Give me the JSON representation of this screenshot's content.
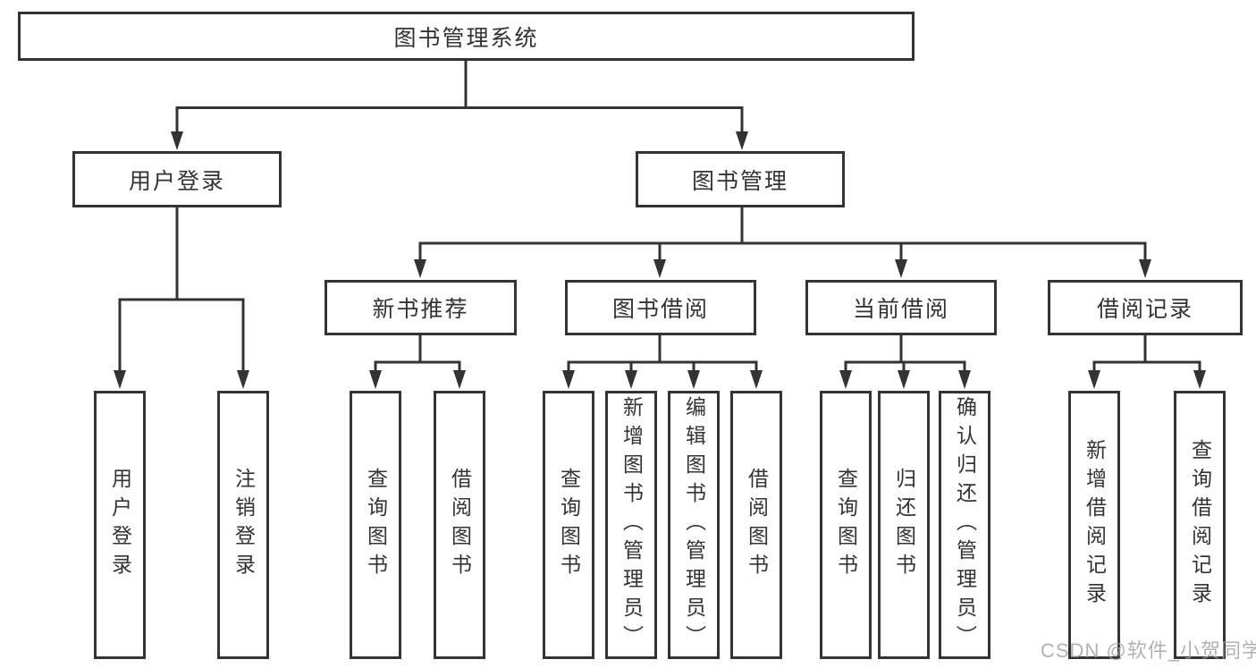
{
  "diagram": {
    "type": "hierarchy-tree",
    "line_color": "#333333",
    "box_background": "#ffffff",
    "watermark": "CSDN @软件_小贺同学",
    "nodes": {
      "root": {
        "label": "图书管理系统"
      },
      "user_login": {
        "label": "用户登录"
      },
      "book_mgmt": {
        "label": "图书管理"
      },
      "new_book_rec": {
        "label": "新书推荐"
      },
      "book_borrow": {
        "label": "图书借阅"
      },
      "current_borrow": {
        "label": "当前借阅"
      },
      "borrow_record": {
        "label": "借阅记录"
      },
      "leaf_user_login": {
        "label": "用户登录"
      },
      "leaf_logout": {
        "label": "注销登录"
      },
      "leaf_nb_query": {
        "label": "查询图书"
      },
      "leaf_nb_borrow": {
        "label": "借阅图书"
      },
      "leaf_bb_query": {
        "label": "查询图书"
      },
      "leaf_bb_add": {
        "label": "新增图书（管理员）"
      },
      "leaf_bb_edit": {
        "label": "编辑图书（管理员）"
      },
      "leaf_bb_borrow": {
        "label": "借阅图书"
      },
      "leaf_cb_query": {
        "label": "查询图书"
      },
      "leaf_cb_return": {
        "label": "归还图书"
      },
      "leaf_cb_confirm": {
        "label": "确认归还（管理员）"
      },
      "leaf_br_add": {
        "label": "新增借阅记录"
      },
      "leaf_br_query": {
        "label": "查询借阅记录"
      }
    }
  }
}
